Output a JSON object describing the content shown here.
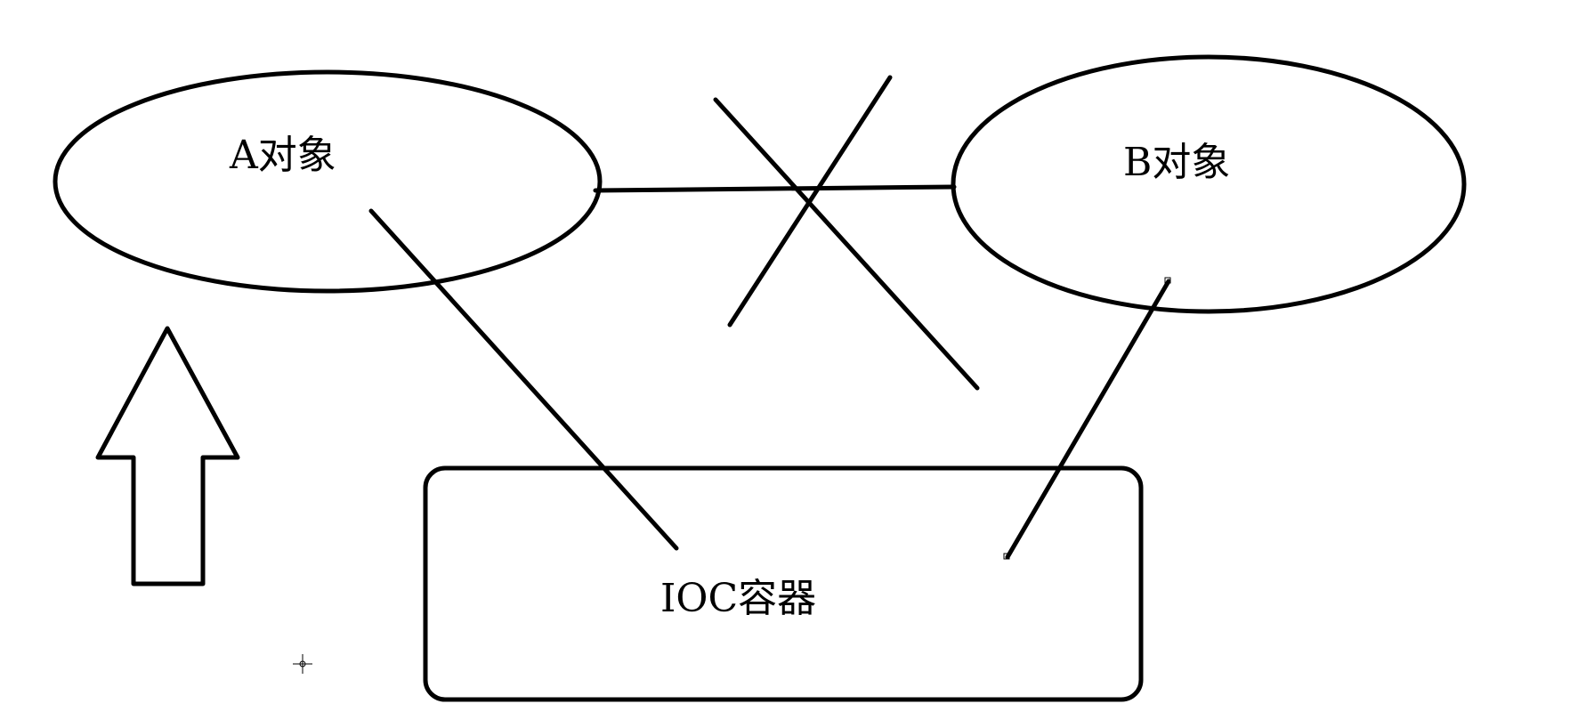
{
  "diagram": {
    "nodes": {
      "a_object": {
        "label": "A对象"
      },
      "b_object": {
        "label": "B对象"
      },
      "ioc_container": {
        "label": "IOC容器"
      }
    },
    "edges": [
      {
        "from": "a_object",
        "to": "b_object",
        "status": "crossed-out"
      },
      {
        "from": "a_object",
        "to": "ioc_container",
        "status": "connected"
      },
      {
        "from": "b_object",
        "to": "ioc_container",
        "status": "connected"
      }
    ],
    "icons": [
      "up-arrow-icon",
      "crosshair-cursor-icon"
    ],
    "colors": {
      "stroke": "#000000",
      "background": "#ffffff"
    }
  }
}
